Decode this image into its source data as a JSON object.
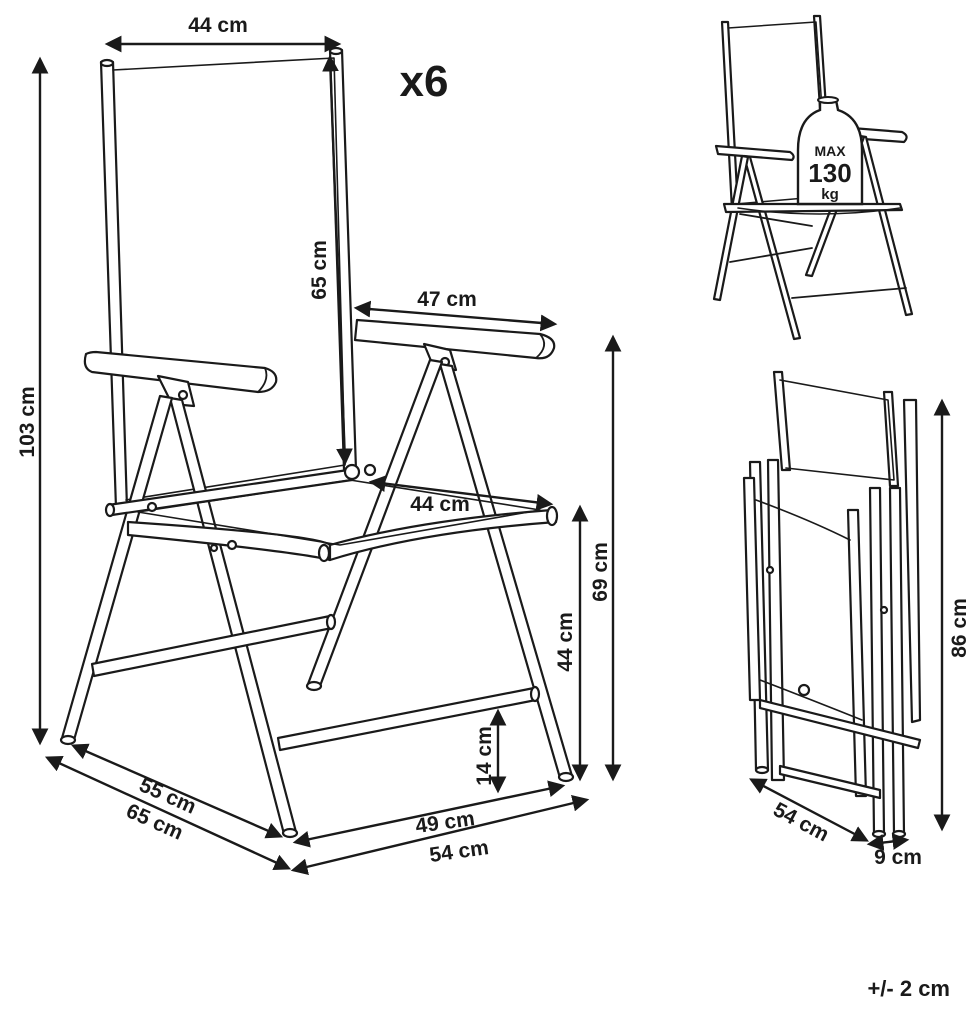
{
  "quantity": "x6",
  "tolerance": "+/- 2 cm",
  "main_chair": {
    "top_width": "44 cm",
    "total_height": "103 cm",
    "backrest_height": "65 cm",
    "armrest_length": "47 cm",
    "seat_width": "44 cm",
    "armrest_height": "69 cm",
    "seat_height": "44 cm",
    "footrest_height": "14 cm",
    "seat_depth": "55 cm",
    "total_depth": "65 cm",
    "base_width": "49 cm",
    "total_width": "54 cm"
  },
  "max_load": {
    "line1": "MAX",
    "line2": "130",
    "line3": "kg"
  },
  "folded_chair": {
    "folded_height": "86 cm",
    "folded_width": "54 cm",
    "folded_thickness": "9 cm"
  },
  "colors": {
    "line": "#1a1a1a",
    "background": "#ffffff"
  }
}
